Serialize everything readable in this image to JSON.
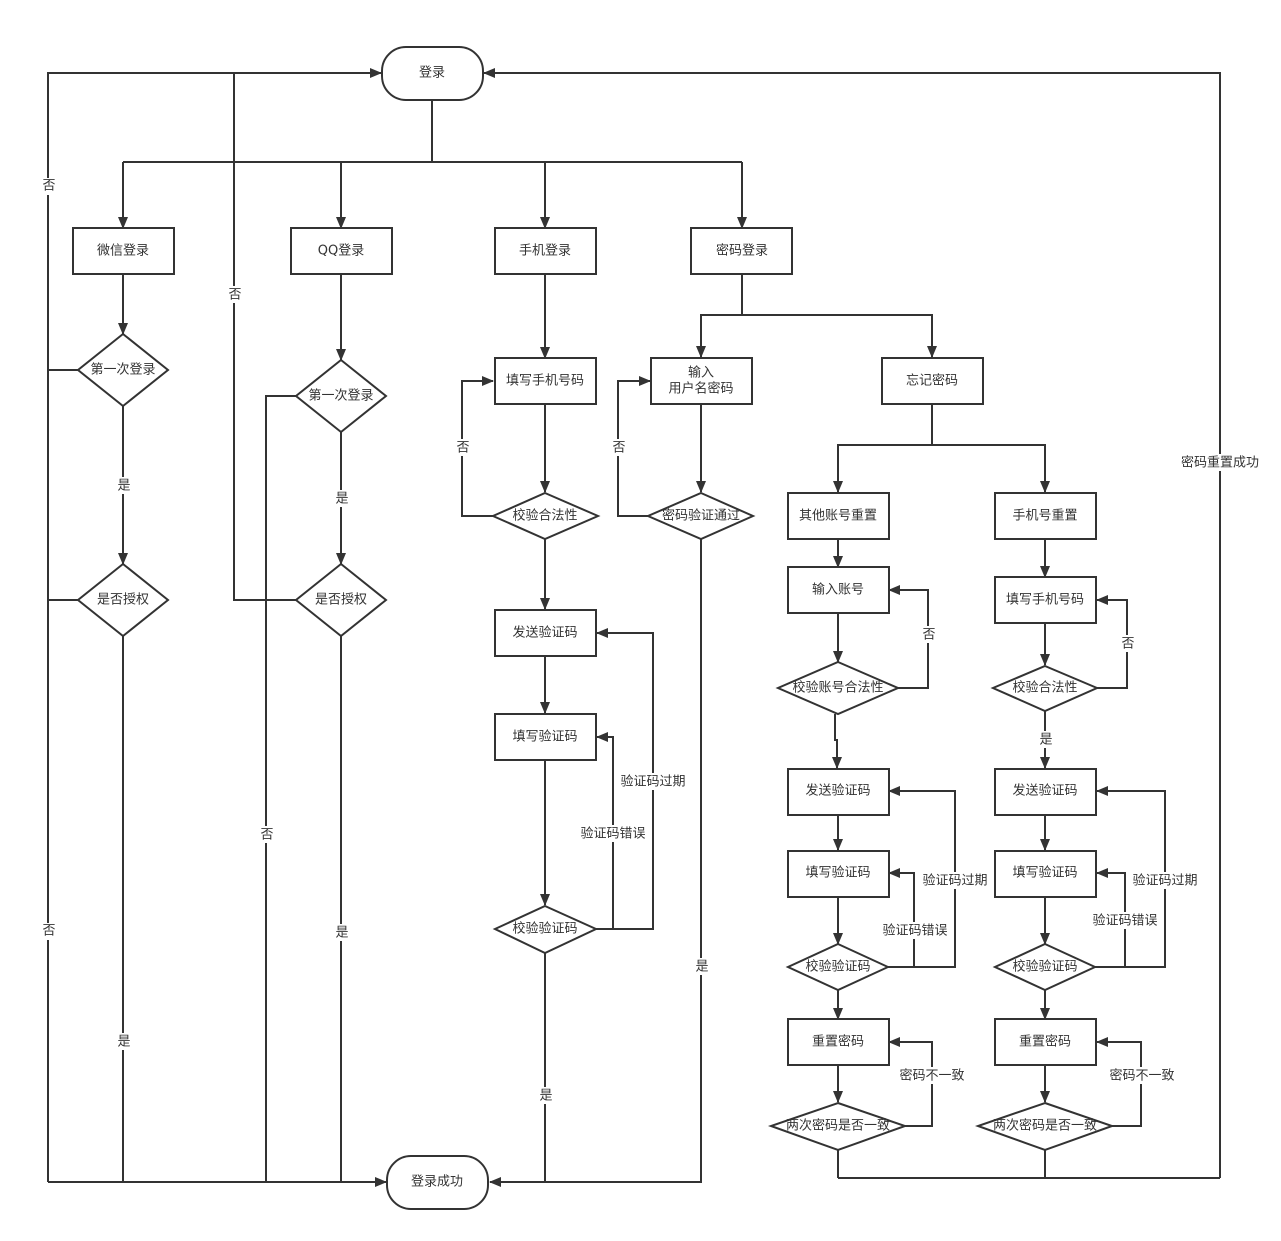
{
  "nodes": {
    "login": "登录",
    "wechat_login": "微信登录",
    "qq_login": "QQ登录",
    "phone_login": "手机登录",
    "password_login": "密码登录",
    "wechat_first": "第一次登录",
    "wechat_auth": "是否授权",
    "qq_first": "第一次登录",
    "qq_auth": "是否授权",
    "fill_phone": "填写手机号码",
    "check_legal": "校验合法性",
    "send_code": "发送验证码",
    "fill_code": "填写验证码",
    "check_code": "校验验证码",
    "input_user_line1": "输入",
    "input_user_line2": "用户名密码",
    "pwd_verify": "密码验证通过",
    "forgot_pwd": "忘记密码",
    "other_reset": "其他账号重置",
    "phone_reset": "手机号重置",
    "input_account": "输入账号",
    "check_account": "校验账号合法性",
    "r_fill_phone": "填写手机号码",
    "r_check_legal": "校验合法性",
    "l_send_code": "发送验证码",
    "l_fill_code": "填写验证码",
    "l_check_code": "校验验证码",
    "l_reset_pwd": "重置密码",
    "l_confirm": "两次密码是否一致",
    "r_send_code": "发送验证码",
    "r_fill_code": "填写验证码",
    "r_check_code": "校验验证码",
    "r_reset_pwd": "重置密码",
    "r_confirm": "两次密码是否一致",
    "login_success": "登录成功"
  },
  "edge_labels": {
    "no": "否",
    "yes": "是",
    "code_expired": "验证码过期",
    "code_wrong": "验证码错误",
    "pwd_mismatch": "密码不一致",
    "pwd_reset_success": "密码重置成功"
  },
  "colors": {
    "stroke": "#333333",
    "fill": "#ffffff",
    "text": "#333333"
  }
}
